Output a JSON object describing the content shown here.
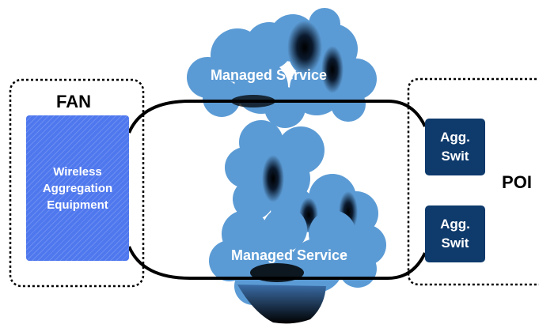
{
  "fan": {
    "title": "FAN",
    "equipment_lines": [
      "Wireless",
      "Aggregation",
      "Equipment"
    ]
  },
  "poi": {
    "title": "POI"
  },
  "switches": [
    {
      "line1": "Agg.",
      "line2": "Swit"
    },
    {
      "line1": "Agg.",
      "line2": "Swit"
    }
  ],
  "clouds": [
    {
      "label": "Managed Service"
    },
    {
      "label": "Managed Service"
    }
  ],
  "colors": {
    "cloud_fill": "#5b9bd5",
    "cloud_shadow": "#0b1a2e",
    "equipment_fill": "#4f78ee",
    "switch_fill": "#0e3a6c",
    "ring_stroke": "#000000"
  }
}
